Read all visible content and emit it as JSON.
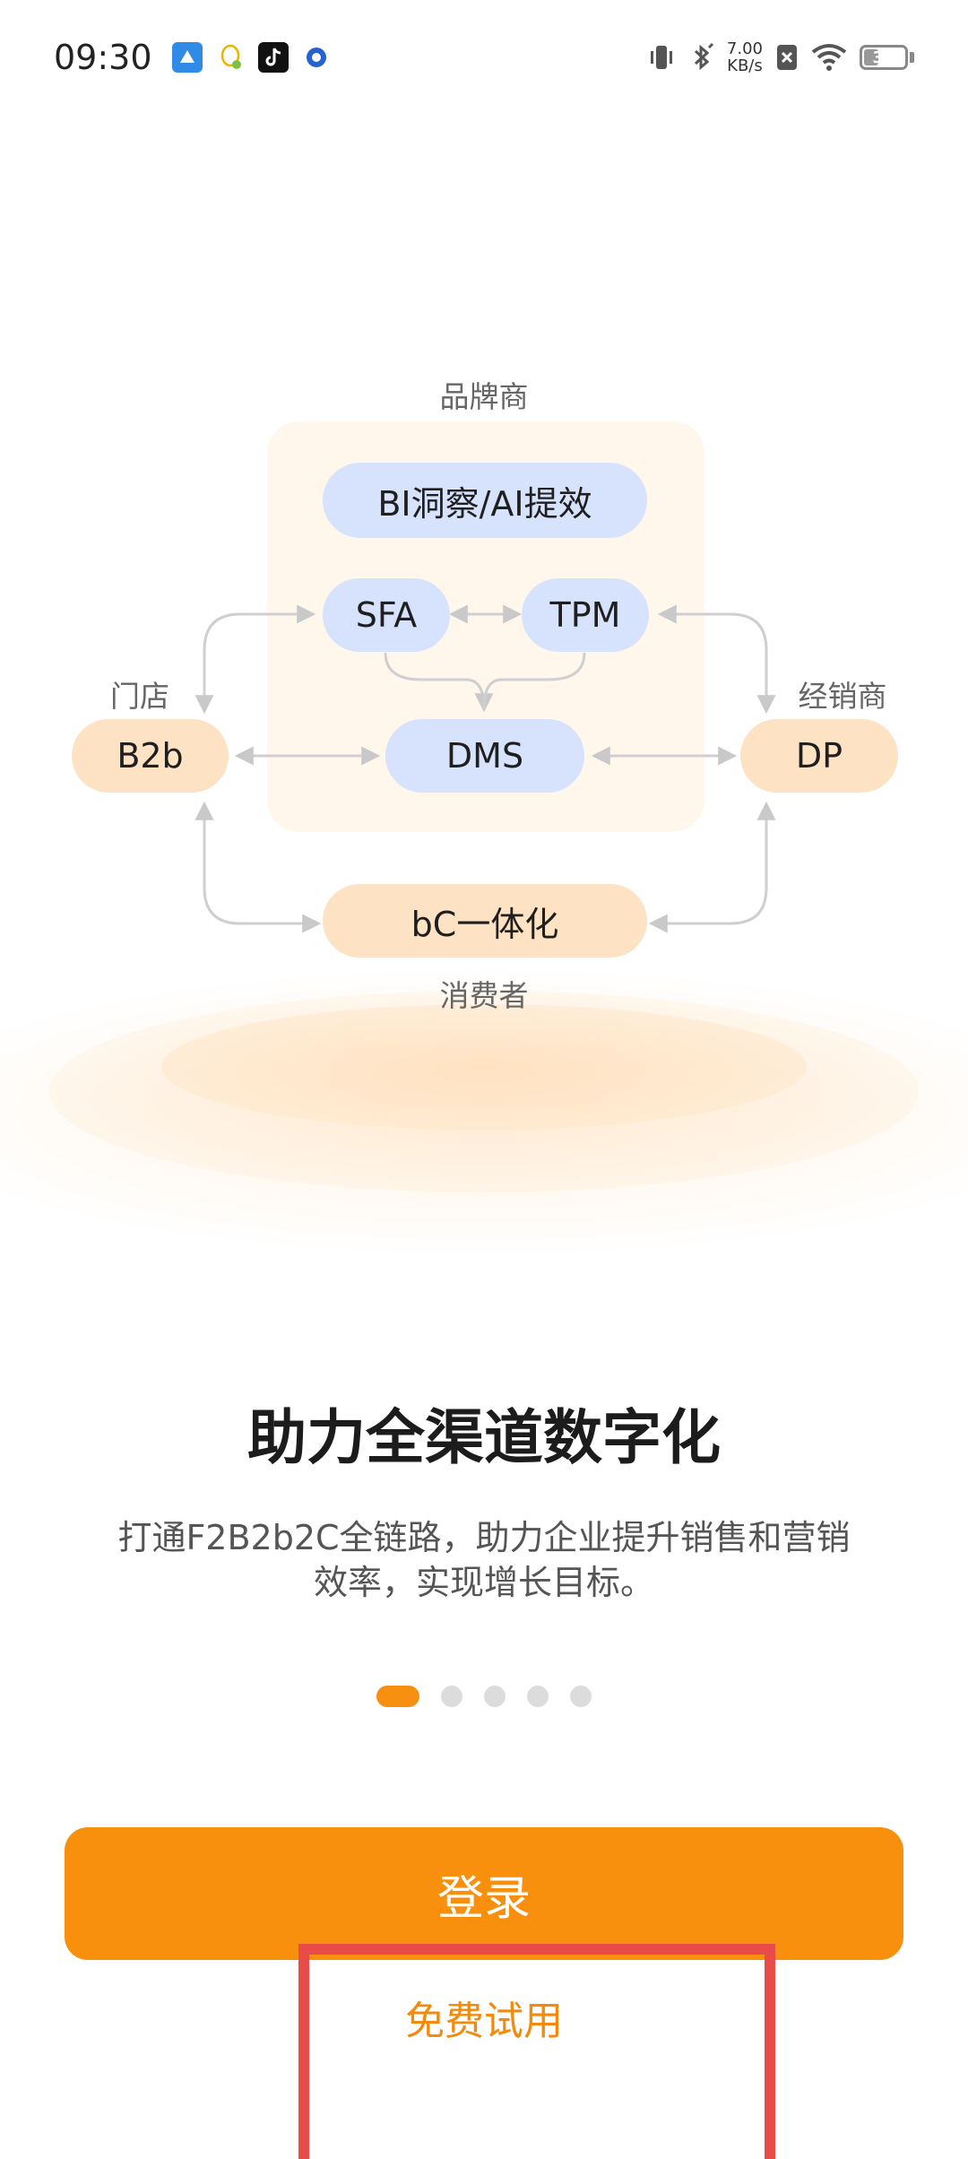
{
  "status_bar": {
    "time": "09:30",
    "net_speed_value": "7.00",
    "net_speed_unit": "KB/s",
    "battery_level": "34",
    "left_icons": [
      "app-icon-blue",
      "qq-icon",
      "tiktok-icon",
      "browser-icon"
    ],
    "right_icons": [
      "vibrate-icon",
      "bluetooth-icon",
      "sim-off-icon",
      "wifi-icon",
      "battery-icon"
    ]
  },
  "diagram": {
    "labels": {
      "brand": "品牌商",
      "store": "门店",
      "dealer": "经销商",
      "consumer": "消费者"
    },
    "nodes": {
      "bi": "BI洞察/AI提效",
      "sfa": "SFA",
      "tpm": "TPM",
      "dms": "DMS",
      "b2b": "B2b",
      "dp": "DP",
      "bc": "bC一体化"
    },
    "colors": {
      "blue_node": "#d7e3fd",
      "orange_node": "#fde3c4",
      "panel": "#fff7ec",
      "connector": "#c9c9c9"
    }
  },
  "content": {
    "headline": "助力全渠道数字化",
    "description_line1": "打通F2B2b2C全链路，助力企业提升销售和营销",
    "description_line2": "效率，实现增长目标。"
  },
  "pager": {
    "total": 5,
    "active_index": 0
  },
  "actions": {
    "login_label": "登录",
    "trial_label": "免费试用"
  },
  "colors": {
    "accent": "#f9900d",
    "highlight": "#e94b49"
  }
}
